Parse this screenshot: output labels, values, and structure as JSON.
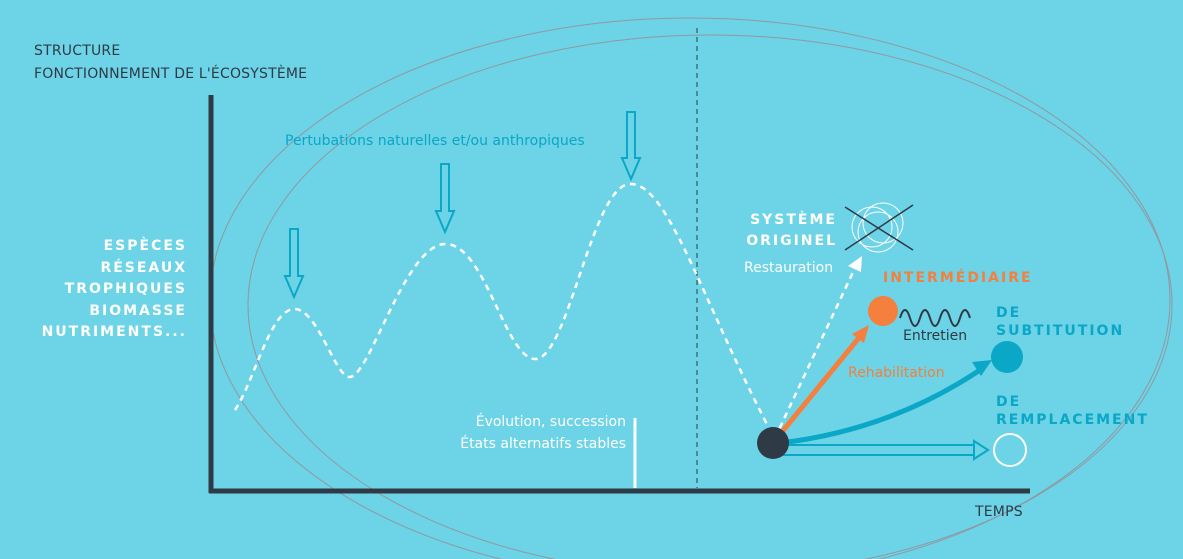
{
  "y_axis": {
    "title_line1": "STRUCTURE",
    "title_line2": "FONCTIONNEMENT DE L'ÉCOSYSTÈME"
  },
  "x_axis": {
    "title": "TEMPS"
  },
  "components": [
    "ESPÈCES",
    "RÉSEAUX",
    "TROPHIQUES",
    "BIOMASSE",
    "NUTRIMENTS..."
  ],
  "disturbance_label": "Pertubations naturelles et/ou anthropiques",
  "evolution": {
    "line1": "Évolution, succession",
    "line2": "États alternatifs stables"
  },
  "original_system": {
    "line1": "SYSTÈME",
    "line2": "ORIGINEL"
  },
  "paths": {
    "restoration": "Restauration",
    "rehabilitation": "Rehabilitation",
    "maintenance": "Entretien"
  },
  "outcomes": {
    "intermediate": "INTERMÉDIAIRE",
    "substitution_line1": "DE",
    "substitution_line2": "SUBTITUTION",
    "replacement_line1": "DE",
    "replacement_line2": "REMPLACEMENT"
  },
  "colors": {
    "background": "#6dd3e7",
    "axis": "#2e3b46",
    "accent_blue": "#0aa7c6",
    "orange": "#f57f3d",
    "white": "#ffffff",
    "outline": "#8f99a1"
  }
}
